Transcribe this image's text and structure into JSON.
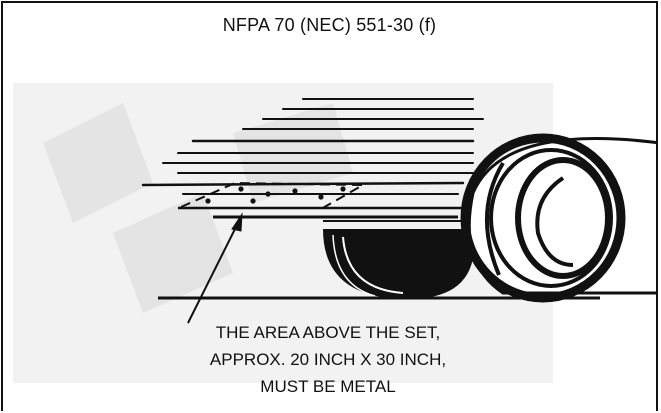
{
  "figure": {
    "title": "NFPA 70 (NEC) 551-30 (f)",
    "caption_lines": [
      "THE AREA ABOVE THE SET,",
      "APPROX. 20 INCH X 30 INCH,",
      "MUST BE METAL"
    ],
    "colors": {
      "ink": "#111111",
      "watermark": "#eeeeee",
      "background": "#ffffff"
    }
  }
}
